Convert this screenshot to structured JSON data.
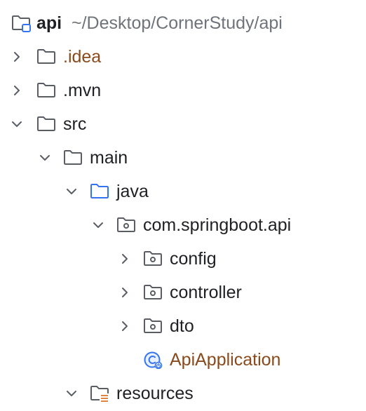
{
  "project": {
    "name": "api",
    "path": "~/Desktop/CornerStudy/api"
  },
  "tree": {
    "idea": ".idea",
    "mvn": ".mvn",
    "src": "src",
    "main": "main",
    "java": "java",
    "package": "com.springboot.api",
    "config": "config",
    "controller": "controller",
    "dto": "dto",
    "app_class": "ApiApplication",
    "resources": "resources"
  },
  "colors": {
    "excluded_text": "#8a4a1c",
    "source_folder_icon": "#3574f0",
    "path_text": "#6f737a"
  }
}
